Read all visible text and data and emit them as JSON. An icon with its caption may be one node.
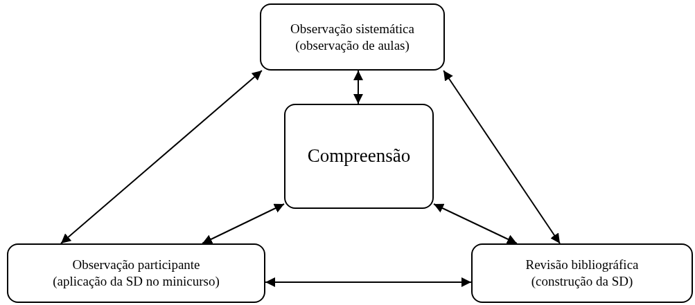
{
  "diagram": {
    "nodes": [
      {
        "text": [
          "Observação sistemática",
          "(observação de aulas)"
        ]
      },
      {
        "text": [
          "Compreensão"
        ]
      },
      {
        "text": [
          "Observação participante",
          "(aplicação da SD no minicurso)"
        ]
      },
      {
        "text": [
          "Revisão bibliográfica",
          "(construção da SD)"
        ]
      }
    ],
    "edges": [
      {
        "from": 0,
        "to": 1,
        "arrow": "both"
      },
      {
        "from": 2,
        "to": 0,
        "arrow": "both"
      },
      {
        "from": 3,
        "to": 0,
        "arrow": "both"
      },
      {
        "from": 2,
        "to": 1,
        "arrow": "both"
      },
      {
        "from": 3,
        "to": 1,
        "arrow": "both"
      },
      {
        "from": 2,
        "to": 3,
        "arrow": "both"
      }
    ]
  }
}
